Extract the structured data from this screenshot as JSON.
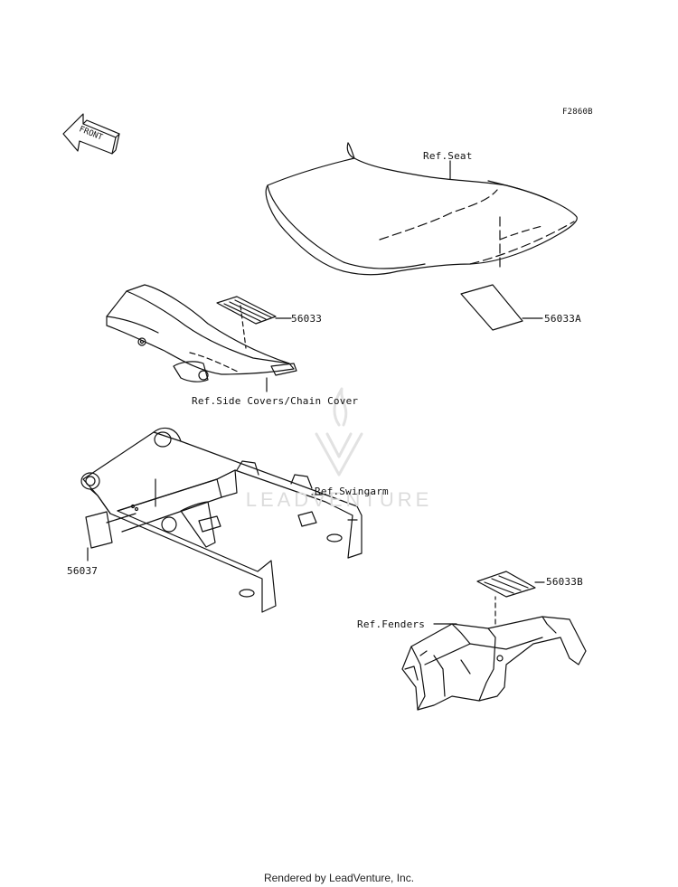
{
  "diagram_code": "F2860B",
  "front_arrow_text": "FRONT",
  "watermark": "LEADVENTURE",
  "labels": {
    "seat": "Ref.Seat",
    "part_56033": "56033",
    "part_56033a": "56033A",
    "side_covers": "Ref.Side Covers/Chain Cover",
    "swingarm": "Ref.Swingarm",
    "part_56037": "56037",
    "part_56033b": "56033B",
    "fenders": "Ref.Fenders"
  },
  "footer": "Rendered by LeadVenture, Inc.",
  "colors": {
    "line": "#111111",
    "watermark": "#dcdcdc"
  }
}
